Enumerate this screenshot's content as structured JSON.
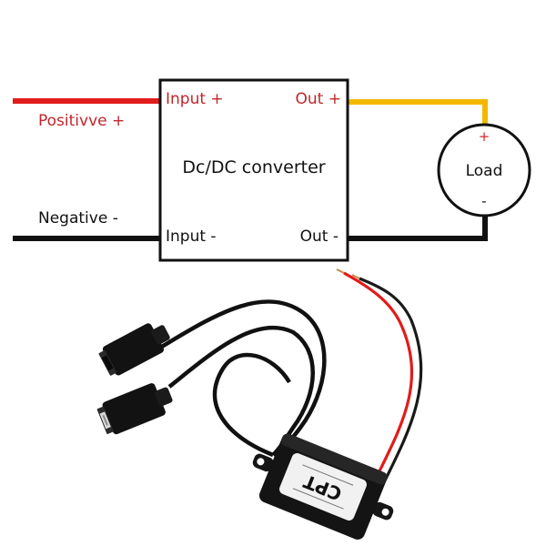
{
  "diagram": {
    "converter": {
      "title": "Dc/DC converter",
      "input_pos": "Input +",
      "input_neg": "Input -",
      "out_pos": "Out +",
      "out_neg": "Out -"
    },
    "wires": {
      "positive_label": "Positivve +",
      "negative_label": "Negative -"
    },
    "load": {
      "label": "Load",
      "plus": "+",
      "minus": "-"
    },
    "product": {
      "brand": "CPT"
    }
  },
  "colors": {
    "positive_wire": "#e21b1b",
    "negative_wire": "#111111",
    "output_wire": "#f2b800",
    "positive_text": "#c0262b",
    "load_plus": "#d0282d",
    "box_stroke": "#111111",
    "housing": "#111111"
  }
}
